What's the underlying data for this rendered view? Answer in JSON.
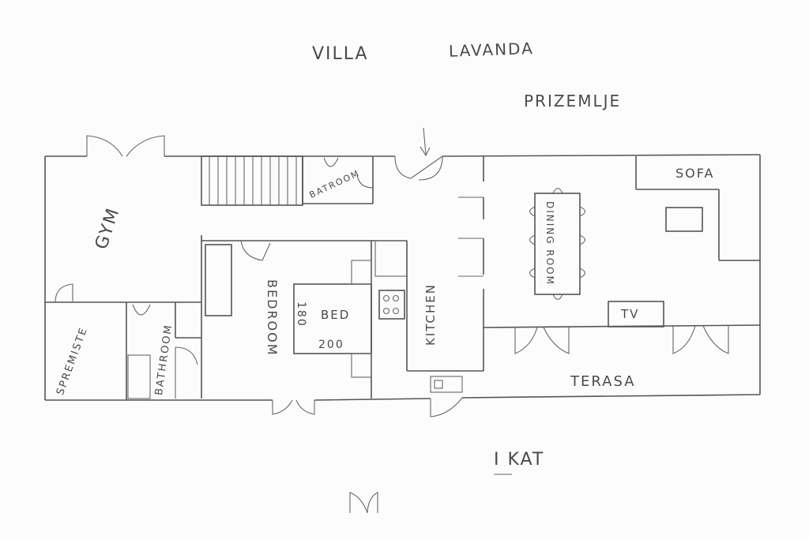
{
  "title": {
    "villa": "VILLA",
    "name": "LAVANDA"
  },
  "floor_ground": "PRIZEMLJE",
  "floor_first": "I KAT",
  "rooms": {
    "gym": "GYM",
    "spremiste": "SPREMISTE",
    "bathroom_top": "BATROOM",
    "bathroom_bottom": "BATHROOM",
    "bedroom": "BEDROOM",
    "bed": "BED",
    "bed_width": "180",
    "bed_length": "200",
    "kitchen": "KITCHEN",
    "dining": "DINING ROOM",
    "sofa": "SOFA",
    "tv": "TV",
    "terasa": "TERASA"
  },
  "colors": {
    "ink": "#555555",
    "paper": "#fcfcfc"
  }
}
